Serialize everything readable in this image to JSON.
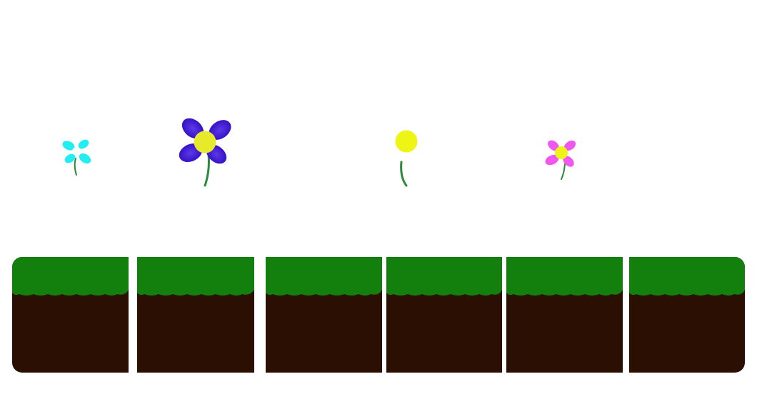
{
  "scene": {
    "background": "#ffffff",
    "flowers": [
      {
        "name": "flower-cyan",
        "petal_color": "#22eef2",
        "center_color": "#ffffff",
        "stem_color": "#2a8a3a",
        "icon": "flower-icon"
      },
      {
        "name": "flower-violet",
        "petal_color": "#3a10c8",
        "center_color": "#e6ea2a",
        "stem_color": "#2a8a3a",
        "icon": "flower-icon"
      },
      {
        "name": "flower-bud",
        "petal_color": "",
        "center_color": "#eef514",
        "stem_color": "#2a8a3a",
        "icon": "bud-icon"
      },
      {
        "name": "flower-pink",
        "petal_color": "#f057ee",
        "center_color": "#eef514",
        "stem_color": "#2a8a3a",
        "icon": "flower-icon"
      }
    ],
    "ground": {
      "grass_color": "#13800e",
      "soil_color": "#2b0f02",
      "tile_count": 6
    }
  }
}
